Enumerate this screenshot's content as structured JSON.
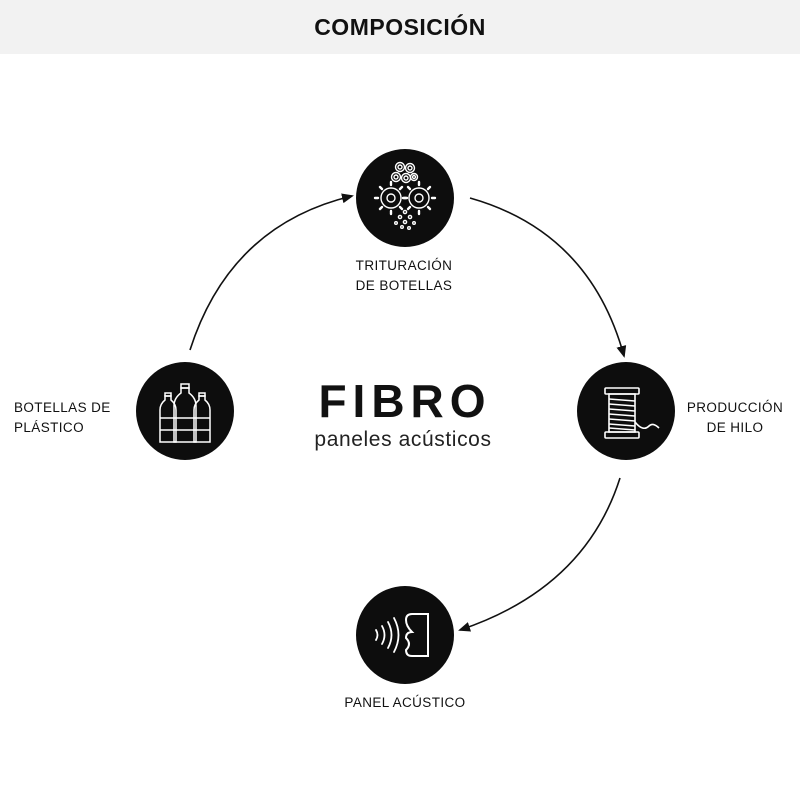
{
  "header": {
    "title": "COMPOSICIÓN"
  },
  "center": {
    "title": "FIBRO",
    "subtitle": "paneles acústicos"
  },
  "steps": [
    {
      "icon": "shredding-gears-icon",
      "line1": "TRITURACIÓN",
      "line2": "DE BOTELLAS"
    },
    {
      "icon": "thread-spool-icon",
      "line1": "PRODUCCIÓN",
      "line2": "DE HILO"
    },
    {
      "icon": "sound-panel-icon",
      "line1": "PANEL ACÚSTICO"
    },
    {
      "icon": "plastic-bottles-icon",
      "line1": "BOTELLAS DE",
      "line2": "PLÁSTICO"
    }
  ],
  "colors": {
    "header_bg": "#f2f2f2",
    "node_bg": "#0d0d0d",
    "icon": "#ffffff",
    "text": "#111111"
  }
}
